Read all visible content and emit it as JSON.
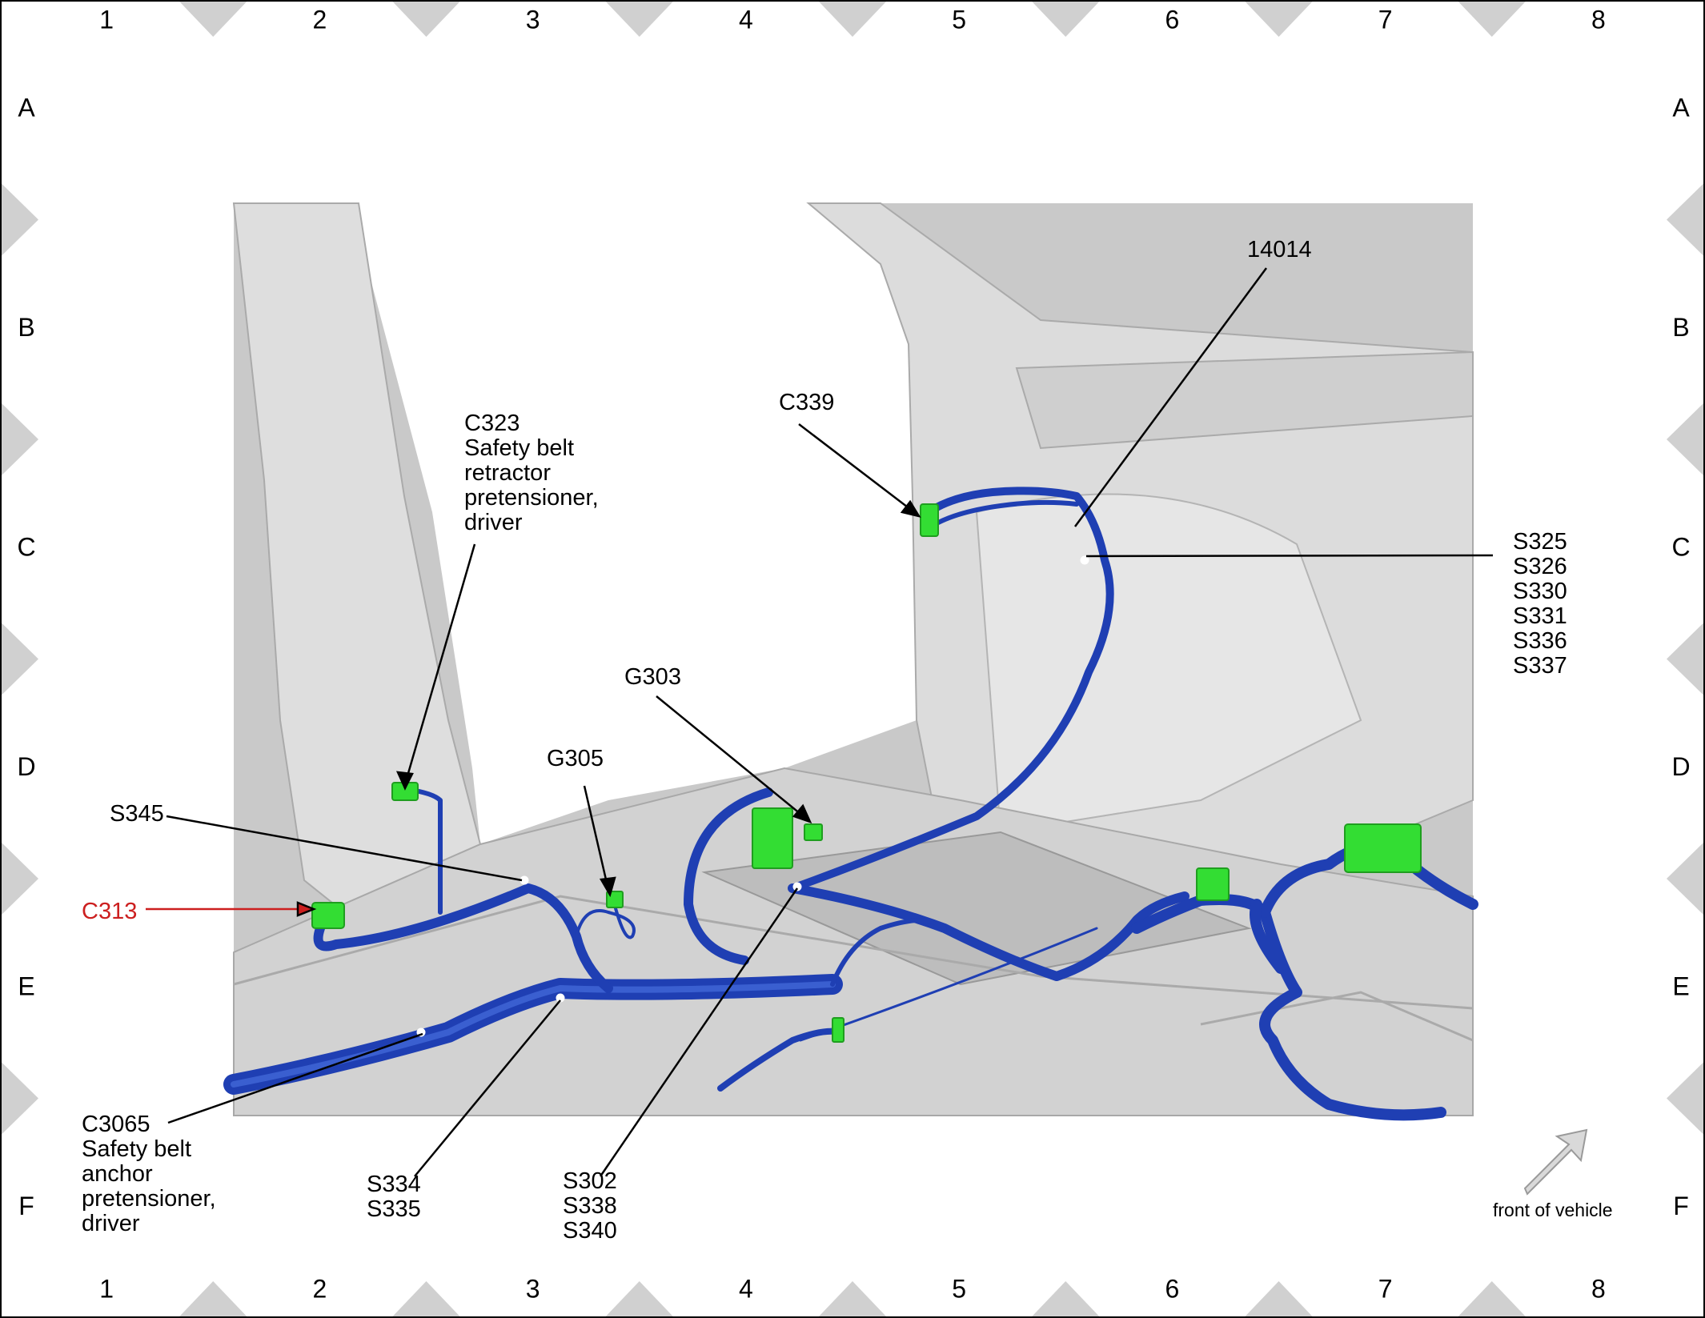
{
  "grid": {
    "columns": [
      "1",
      "2",
      "3",
      "4",
      "5",
      "6",
      "7",
      "8"
    ],
    "rows": [
      "A",
      "B",
      "C",
      "D",
      "E",
      "F"
    ]
  },
  "labels": {
    "c323": [
      "C323",
      "Safety belt",
      "retractor",
      "pretensioner,",
      "driver"
    ],
    "c339": "C339",
    "c14014": "14014",
    "g303": "G303",
    "g305": "G305",
    "s345": "S345",
    "c313": "C313",
    "s325_group": [
      "S325",
      "S326",
      "S330",
      "S331",
      "S336",
      "S337"
    ],
    "c3065": [
      "C3065",
      "Safety belt",
      "anchor",
      "pretensioner,",
      "driver"
    ],
    "s334_group": [
      "S334",
      "S335"
    ],
    "s302_group": [
      "S302",
      "S338",
      "S340"
    ]
  },
  "front_of_vehicle": "front of vehicle",
  "colors": {
    "harness": "#1f3fb3",
    "connector": "#33dd33",
    "body_panel": "#d9d9d9",
    "highlight_label": "#cc1f1f"
  }
}
